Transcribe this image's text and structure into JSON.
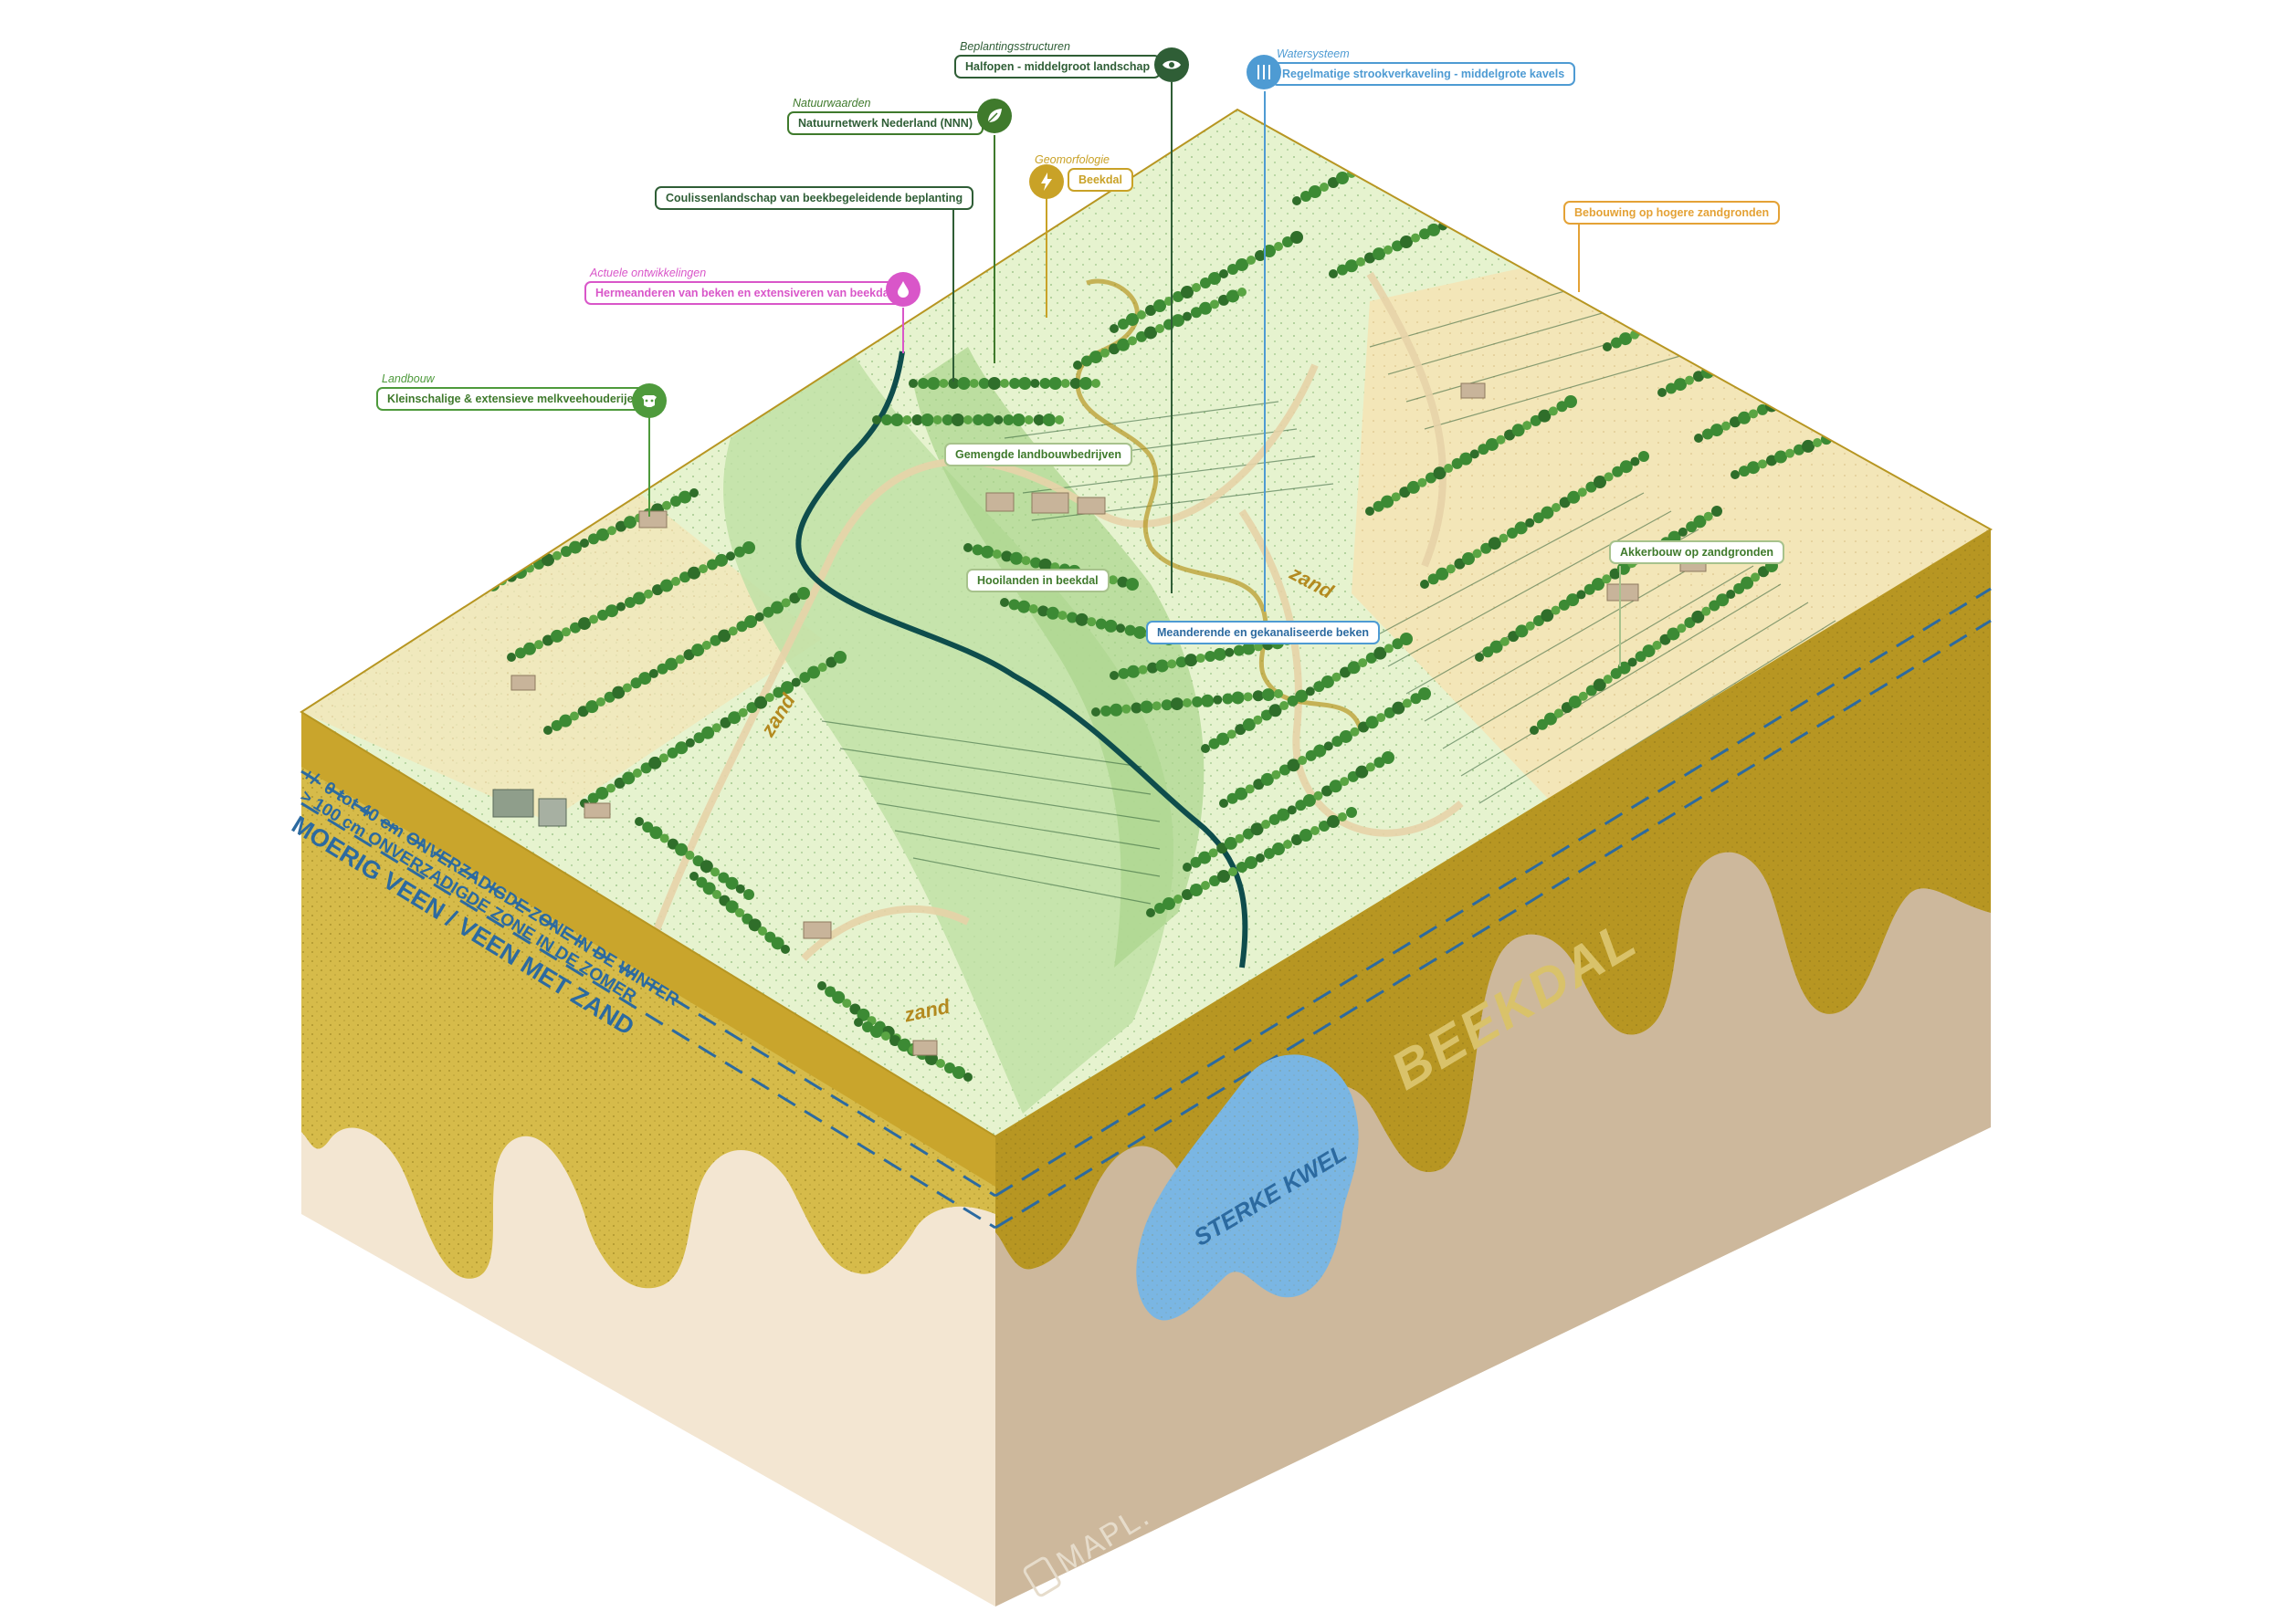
{
  "colors": {
    "landbouw": "#4e9a3c",
    "ontwikkelingen": "#d956c9",
    "beplanting": "#2f5e36",
    "natuur": "#3f7a2c",
    "geomorfologie": "#c9a227",
    "water": "#4e9bd3",
    "bebouwing": "#e4a236",
    "label_green": "#3f7a2c",
    "soil_top": "#c7a830",
    "soil_light": "#d9c26a",
    "soil_base_left": "#f3e6d2",
    "soil_base_right": "#cdb89c",
    "kwel": "#7ab6e3",
    "text_blue": "#2c6aa0",
    "river": "#0e4d4c"
  },
  "callouts": [
    {
      "id": "landbouw",
      "category": "Landbouw",
      "label": "Kleinschalige & extensieve melkveehouderijen",
      "icon": "cow-icon"
    },
    {
      "id": "ontwikkelingen",
      "category": "Actuele ontwikkelingen",
      "label": "Hermeanderen van beken en extensiveren van beekdal",
      "icon": "water-drop-icon"
    },
    {
      "id": "coulissen",
      "category": "",
      "label": "Coulissenlandschap van beekbegeleidende beplanting",
      "icon": ""
    },
    {
      "id": "natuur",
      "category": "Natuurwaarden",
      "label": "Natuurnetwerk Nederland (NNN)",
      "icon": "leaf-icon"
    },
    {
      "id": "beplanting",
      "category": "Beplantingsstructuren",
      "label": "Halfopen - middelgroot landschap",
      "icon": "eye-icon"
    },
    {
      "id": "geomorfologie",
      "category": "Geomorfologie",
      "label": "Beekdal",
      "icon": "lightning-icon"
    },
    {
      "id": "water",
      "category": "Watersysteem",
      "label": "Regelmatige strookverkaveling - middelgrote kavels",
      "icon": "water-bars-icon"
    },
    {
      "id": "bebouwing",
      "category": "",
      "label": "Bebouwing op hogere zandgronden",
      "icon": ""
    }
  ],
  "map_labels": [
    {
      "id": "gemengd",
      "label": "Gemengde landbouwbedrijven"
    },
    {
      "id": "hooilanden",
      "label": "Hooilanden in beekdal"
    },
    {
      "id": "meanderend",
      "label": "Meanderende en gekanaliseerde beken"
    },
    {
      "id": "akkerbouw",
      "label": "Akkerbouw op zandgronden"
    }
  ],
  "zand_labels": [
    "zand",
    "zand",
    "zand"
  ],
  "left_face": {
    "line1": "+/- 0 tot 40 cm ONVERZADIGDE ZONE IN DE WINTER",
    "line2": "> 100 cm ONVERZADIGDE ZONE IN DE ZOMER",
    "title": "MOERIG VEEN / VEEN MET ZAND"
  },
  "right_face": {
    "title": "BEEKDAL",
    "kwel": "STERKE KWEL"
  },
  "logo": "MAPL."
}
